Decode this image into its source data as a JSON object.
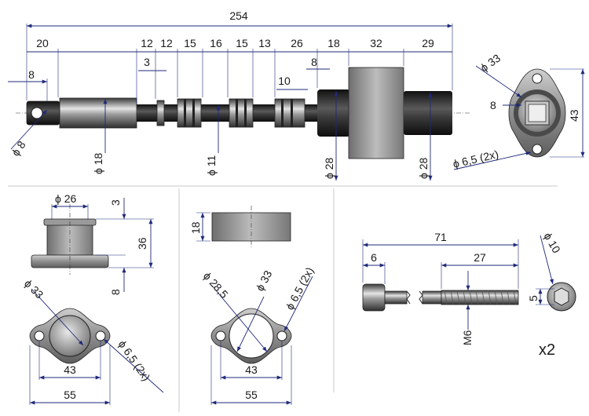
{
  "shaft": {
    "total": "254",
    "segments": [
      "20",
      "12",
      "12",
      "15",
      "16",
      "15",
      "13",
      "26",
      "18",
      "32",
      "29"
    ],
    "sub_dims": [
      "8",
      "3",
      "10",
      "8"
    ],
    "diameters": [
      "ϕ 8",
      "ϕ 18",
      "ϕ 11",
      "ϕ 28",
      "ϕ 28"
    ]
  },
  "flange_right": {
    "d_outer": "ϕ 33",
    "hole_dim": "8",
    "height": "43",
    "holes": "ϕ 6,5  (2x)"
  },
  "bearing_housing": {
    "d_bore": "ϕ  26",
    "top": "3",
    "height": "36",
    "base": "8",
    "d_flange": "ϕ 33",
    "holes": "ϕ 6,5  (2x)",
    "hole_spacing": "43",
    "width": "55"
  },
  "gasket": {
    "thickness": "18",
    "d_inner": "ϕ 28,5",
    "d_outer": "ϕ 33",
    "holes": "ϕ 6,5  (2x)",
    "hole_spacing": "43",
    "width": "55"
  },
  "bolt": {
    "length": "71",
    "head": "6",
    "thread": "27",
    "size": "M6",
    "head_d": "ϕ 10",
    "hex": "5",
    "qty": "x2"
  },
  "colors": {
    "dimension": "#1f2a7a",
    "metal_dark": "#2b2b2b",
    "metal_light": "#d8d8d8"
  }
}
